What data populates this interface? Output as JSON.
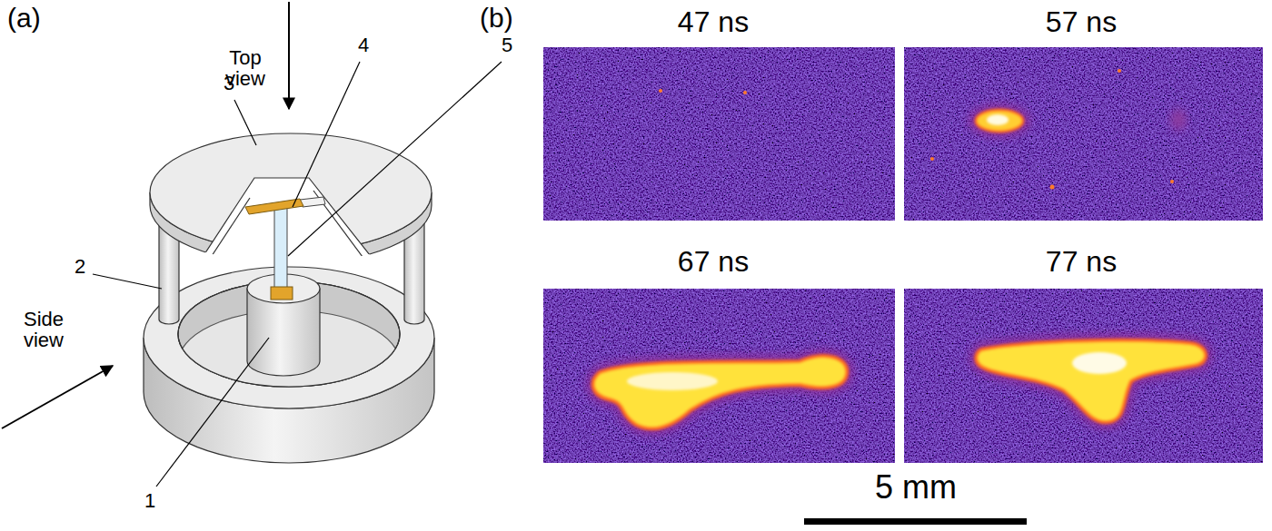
{
  "diagram": {
    "labels": [
      "(a)",
      "(b)",
      "Top view",
      "Side view",
      "3",
      "2",
      "4",
      "5",
      "1",
      "47 ns",
      "57 ns",
      "67 ns",
      "77 ns",
      "5 mm"
    ]
  }
}
